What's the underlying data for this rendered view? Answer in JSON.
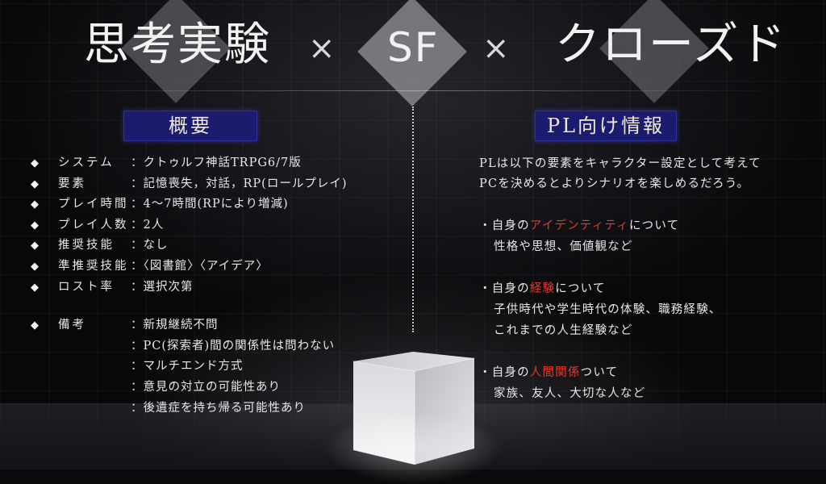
{
  "header": {
    "part1": "思考実験",
    "times1": "×",
    "part2": "SF",
    "times2": "×",
    "part3": "クローズド"
  },
  "left": {
    "label": "概要",
    "bullet": "◆",
    "specs": [
      {
        "key": "システム",
        "value": "：クトゥルフ神話TRPG6/7版"
      },
      {
        "key": "要素",
        "value": "：記憶喪失，対話，RP(ロールプレイ)"
      },
      {
        "key": "プレイ時間",
        "value": "：4～7時間(RPにより増減)"
      },
      {
        "key": "プレイ人数",
        "value": "：2人"
      },
      {
        "key": "推奨技能",
        "value": "：なし"
      },
      {
        "key": "準推奨技能",
        "value": "：〈図書館〉〈アイデア〉"
      },
      {
        "key": "ロスト率",
        "value": "：選択次第"
      }
    ],
    "notes_key": "備考",
    "notes": [
      "：新規継続不問",
      "：PC(探索者)間の関係性は問わない",
      "：マルチエンド方式",
      "：意見の対立の可能性あり",
      "：後遺症を持ち帰る可能性あり"
    ]
  },
  "right": {
    "label": "PL向け情報",
    "intro1": "PLは以下の要素をキャラクター設定として考えて",
    "intro2": "PCを決めるとよりシナリオを楽しめるだろう。",
    "items": [
      {
        "prefix": "・自身の",
        "highlight": "アイデンティティ",
        "suffix": "について",
        "detail": [
          "性格や思想、価値観など"
        ]
      },
      {
        "prefix": "・自身の",
        "highlight": "経験",
        "suffix": "について",
        "detail": [
          "子供時代や学生時代の体験、職務経験、",
          "これまでの人生経験など"
        ]
      },
      {
        "prefix": "・自身の",
        "highlight": "人間関係",
        "suffix": "ついて",
        "detail": [
          "家族、友人、大切な人など"
        ]
      }
    ]
  },
  "colors": {
    "label_bg": "#1b1c6d",
    "highlight": "#e23a2c",
    "background": "#0b0b0d"
  }
}
